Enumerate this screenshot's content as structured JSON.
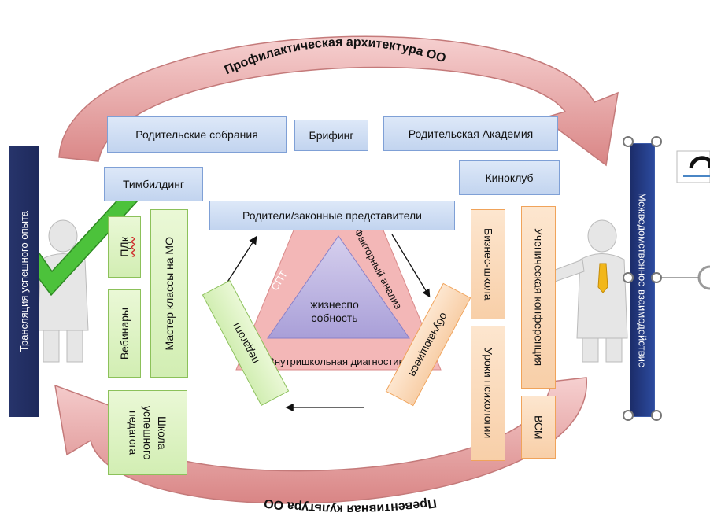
{
  "title_top": "Профилактическая архитектура ОО",
  "title_bottom": "Превентивная культура ОО",
  "banner_left": "Трансляция успешного опыта",
  "banner_right": "Межведомственное взаимодействие",
  "top_boxes": {
    "parent_meetings": "Родительские собрания",
    "briefing": "Брифинг",
    "parent_academy": "Родительская Академия",
    "teambuilding": "Тимбилдинг",
    "film_club": "Киноклуб"
  },
  "parents": "Родители/законные представители",
  "left_green": {
    "pdk": "ПДк",
    "master_classes": "Мастер классы на МО",
    "webinars": "Вебинары",
    "school": "Школа успешного педагога"
  },
  "right_orange": {
    "business_school": "Бизнес-школа",
    "student_conference": "Ученическая конференция",
    "psych_lessons": "Уроки психологии",
    "vsm": "ВСМ"
  },
  "triangle": {
    "center": "жизнеспо собность",
    "left_side": "СПТ",
    "right_side": "Факторный анализ",
    "bottom_side": "Внутришкольная диагностика",
    "teachers": "педагоги",
    "students": "обучающиеся"
  }
}
